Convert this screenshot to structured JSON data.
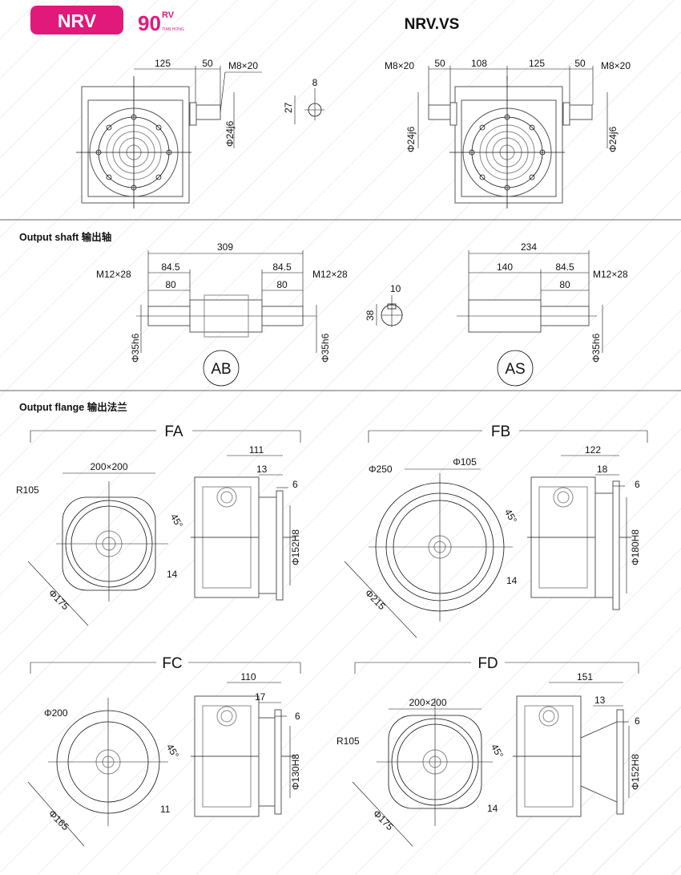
{
  "header": {
    "badge": "NRV",
    "logo_number": "90",
    "logo_sup": "RV",
    "logo_brand": "TIAN HONG",
    "title": "NRV.VS",
    "brand_color": "#e0197b"
  },
  "input": {
    "left": {
      "d125": "125",
      "d50": "50",
      "thread": "M8×20",
      "dia": "Φ24j6",
      "key_w": "8",
      "key_h": "27"
    },
    "right": {
      "thread_l": "M8×20",
      "d50a": "50",
      "d108": "108",
      "d125": "125",
      "d50b": "50",
      "thread_r": "M8×20",
      "dia_l": "Φ24j6",
      "dia_r": "Φ24j6"
    }
  },
  "output_shaft": {
    "title": "Output shaft 输出轴",
    "ab": {
      "total": "309",
      "thread_l": "M12×28",
      "d845_l": "84.5",
      "d80_l": "80",
      "d845_r": "84.5",
      "d80_r": "80",
      "thread_r": "M12×28",
      "dia_l": "Φ35h6",
      "dia_r": "Φ35h6",
      "label": "AB"
    },
    "key": {
      "w": "10",
      "h": "38"
    },
    "as": {
      "total": "234",
      "d140": "140",
      "d845": "84.5",
      "d80": "80",
      "thread": "M12×28",
      "dia": "Φ35h6",
      "label": "AS"
    }
  },
  "output_flange": {
    "title": "Output flange 输出法兰",
    "fa": {
      "label": "FA",
      "square": "200×200",
      "radius": "R105",
      "angle": "45°",
      "hole": "14",
      "pcd": "Φ175",
      "len": "111",
      "d13": "13",
      "d6": "6",
      "spigot": "Φ152H8"
    },
    "fb": {
      "label": "FB",
      "outer": "Φ250",
      "inner": "Φ105",
      "angle": "45°",
      "hole": "14",
      "pcd": "Φ215",
      "len": "122",
      "d18": "18",
      "d6": "6",
      "spigot": "Φ180H8"
    },
    "fc": {
      "label": "FC",
      "outer": "Φ200",
      "angle": "45°",
      "hole": "11",
      "pcd": "Φ165",
      "len": "110",
      "d17": "17",
      "d6": "6",
      "spigot": "Φ130H8"
    },
    "fd": {
      "label": "FD",
      "square": "200×200",
      "radius": "R105",
      "angle": "45°",
      "hole": "14",
      "pcd": "Φ175",
      "len": "151",
      "d13": "13",
      "d6": "6",
      "spigot": "Φ152H8"
    }
  }
}
